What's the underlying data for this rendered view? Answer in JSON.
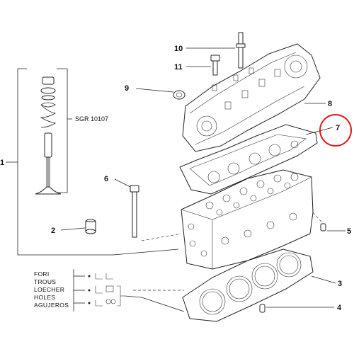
{
  "diagram": {
    "callouts": {
      "c1": "1",
      "c2": "2",
      "c3": "3",
      "c4": "4",
      "c5": "5",
      "c6": "6",
      "c7": "7",
      "c8": "8",
      "c9": "9",
      "c10": "10",
      "c11": "11"
    },
    "valve_group_ref": "SGR  10107",
    "legend": [
      "FORI",
      "TROUS",
      "LOECHER",
      "HOLES",
      "AGUJEROS"
    ],
    "highlight_color": "#e11a1a"
  }
}
